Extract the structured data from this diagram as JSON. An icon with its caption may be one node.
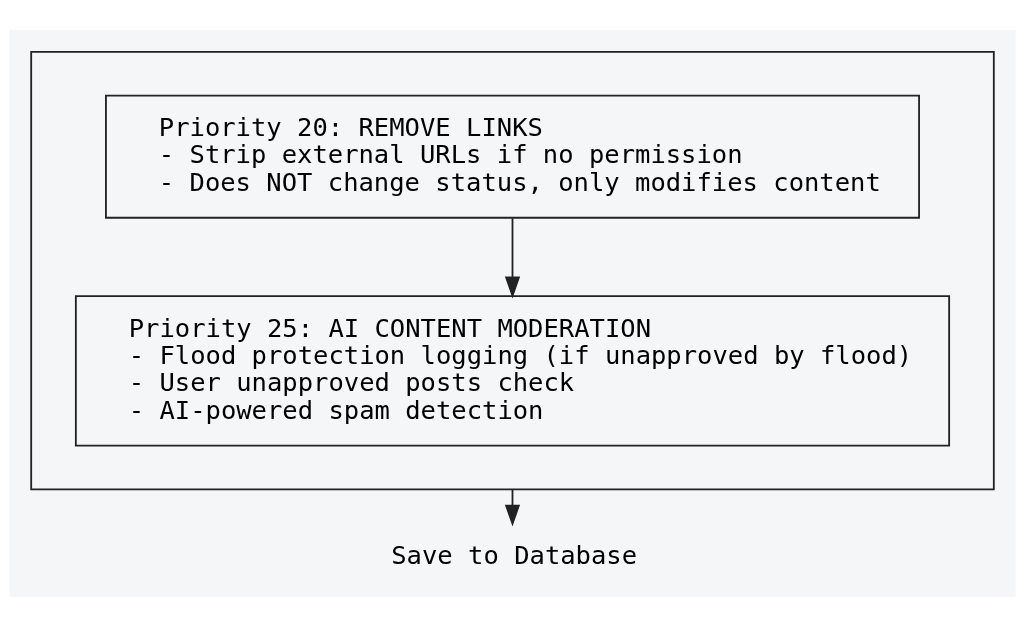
{
  "diagram": {
    "nodes": [
      {
        "text": [],
        "shape": "box"
      },
      {
        "text": [
          "Priority 20: REMOVE LINKS",
          "- Strip external URLs if no permission",
          "- Does NOT change status, only modifies content"
        ],
        "in": 0
      },
      {
        "text": [
          "Priority 25: AI CONTENT MODERATION",
          "- Flood protection logging (if unapproved by flood)",
          "- User unapproved posts check",
          "- AI-powered spam detection"
        ],
        "in": 0
      },
      {
        "text": [
          "Save to Database"
        ]
      }
    ],
    "edges": [
      {
        "from": 1,
        "to": 2,
        "arrow": "to"
      },
      {
        "from": 0,
        "to": 3,
        "arrow": "to"
      }
    ]
  }
}
